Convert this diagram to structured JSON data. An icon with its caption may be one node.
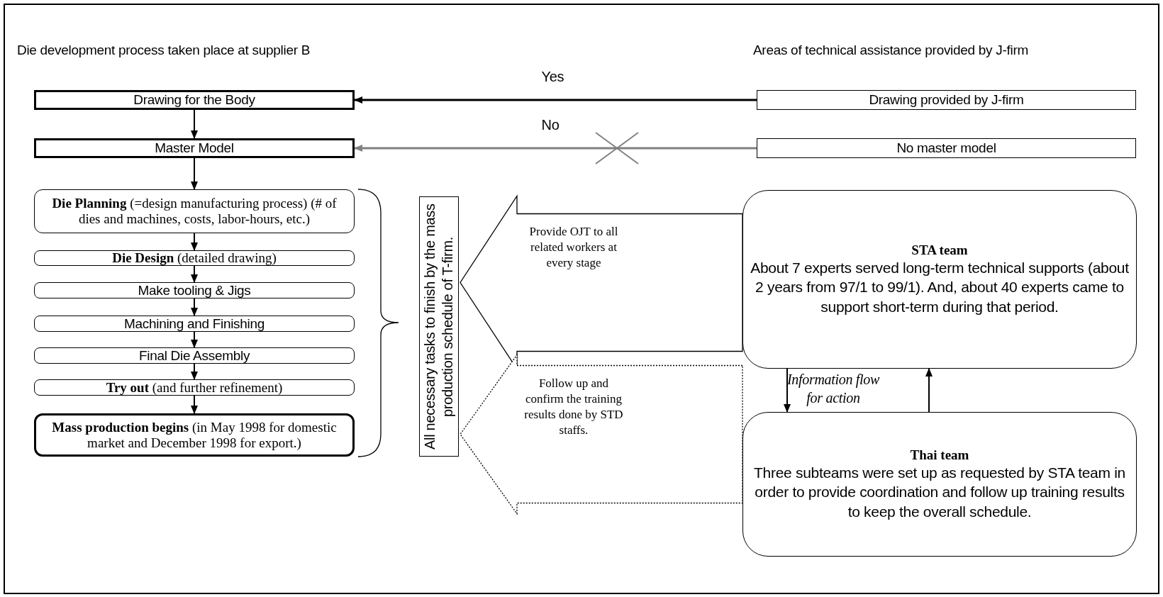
{
  "diagram": {
    "nodes": [
      {
        "text": [
          "Drawing for the Body"
        ]
      },
      {
        "text": [
          "Master Model"
        ]
      },
      {
        "text": [
          "**Die Planning** (=design manufacturing process) (# of dies and machines, costs, labor-hours, etc.)"
        ]
      },
      {
        "text": [
          "**Die Design** (detailed drawing)"
        ]
      },
      {
        "text": [
          "Make tooling & Jigs"
        ]
      },
      {
        "text": [
          "Machining and Finishing"
        ]
      },
      {
        "text": [
          "Final Die Assembly"
        ]
      },
      {
        "text": [
          "**Try out** (and further refinement)"
        ]
      },
      {
        "text": [
          "**Mass production begins** (in May 1998 for domestic market and December 1998 for export.)"
        ]
      },
      {
        "text": [
          "Drawing provided by J-firm"
        ]
      },
      {
        "text": [
          "No master model"
        ]
      },
      {
        "text": [
          "STA team",
          "About 7 experts served long-term technical supports (about 2 years from 97/1 to 99/1). And, about 40 experts came to support short-term during that period."
        ]
      },
      {
        "text": [
          "Thai team",
          "Three subteams were set up as requested by STA team in order to provide coordination and follow up training results to keep the overall schedule."
        ]
      },
      {
        "text": [
          "All necessary tasks to finish by the mass production schedule of T-firm."
        ]
      }
    ],
    "edges": [
      {
        "from": 9,
        "to": 0,
        "arrow": "to",
        "label": "Yes"
      },
      {
        "from": 10,
        "to": 1,
        "arrow": "to",
        "label": "No",
        "color": "#808080"
      },
      {
        "from": 0,
        "to": 1,
        "arrow": "to"
      },
      {
        "from": 1,
        "to": 2,
        "arrow": "to"
      },
      {
        "from": 2,
        "to": 3,
        "arrow": "to"
      },
      {
        "from": 3,
        "to": 4,
        "arrow": "to"
      },
      {
        "from": 4,
        "to": 5,
        "arrow": "to"
      },
      {
        "from": 5,
        "to": 6,
        "arrow": "to"
      },
      {
        "from": 6,
        "to": 7,
        "arrow": "to"
      },
      {
        "from": 7,
        "to": 8,
        "arrow": "to"
      },
      {
        "from": 11,
        "to": 13,
        "arrow": "to",
        "label": "Provide OJT to all related workers at every stage"
      },
      {
        "from": 12,
        "to": 13,
        "arrow": "to",
        "label": "Follow up and confirm the training results done by STD staffs.",
        "style": "dashed"
      },
      {
        "from": 11,
        "to": 12,
        "arrow": "to"
      },
      {
        "from": 12,
        "to": 11,
        "arrow": "to"
      }
    ],
    "labels": [
      "Die development process taken place at supplier B",
      "Areas of technical assistance provided by J-firm",
      "Information flow for action"
    ]
  }
}
